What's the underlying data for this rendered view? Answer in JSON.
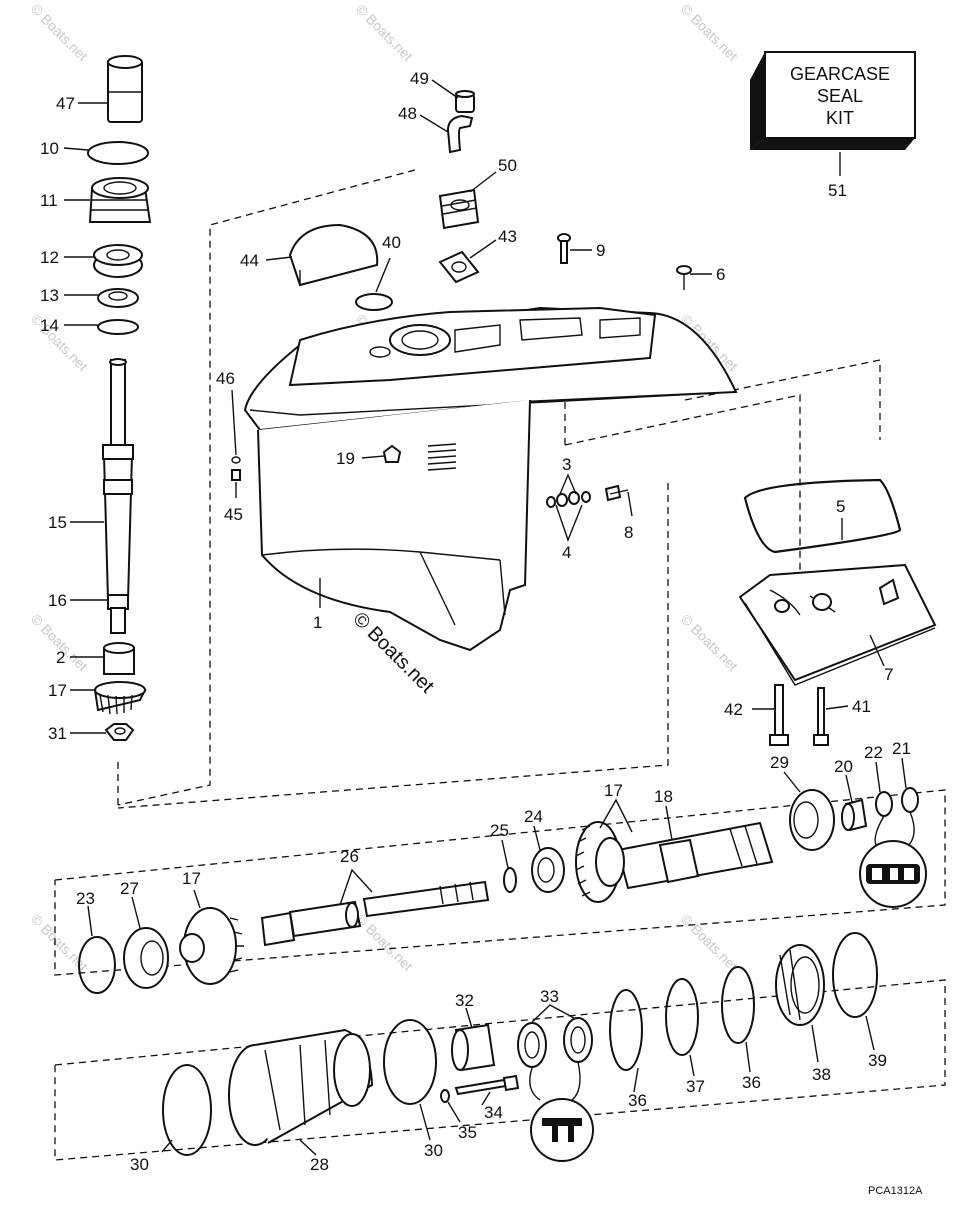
{
  "kit_box": {
    "line1": "GEARCASE",
    "line2": "SEAL",
    "line3": "KIT"
  },
  "diagram_code": "PCA1312A",
  "watermark_center": "© Boats.net",
  "watermark_small": "© Boats.net",
  "callouts": [
    {
      "id": "c47",
      "label": "47"
    },
    {
      "id": "c10",
      "label": "10"
    },
    {
      "id": "c11",
      "label": "11"
    },
    {
      "id": "c12",
      "label": "12"
    },
    {
      "id": "c13",
      "label": "13"
    },
    {
      "id": "c14",
      "label": "14"
    },
    {
      "id": "c15",
      "label": "15"
    },
    {
      "id": "c16",
      "label": "16"
    },
    {
      "id": "c2",
      "label": "2"
    },
    {
      "id": "c17a",
      "label": "17"
    },
    {
      "id": "c31",
      "label": "31"
    },
    {
      "id": "c49",
      "label": "49"
    },
    {
      "id": "c48",
      "label": "48"
    },
    {
      "id": "c50",
      "label": "50"
    },
    {
      "id": "c43",
      "label": "43"
    },
    {
      "id": "c9",
      "label": "9"
    },
    {
      "id": "c6",
      "label": "6"
    },
    {
      "id": "c44",
      "label": "44"
    },
    {
      "id": "c40",
      "label": "40"
    },
    {
      "id": "c46",
      "label": "46"
    },
    {
      "id": "c19",
      "label": "19"
    },
    {
      "id": "c45",
      "label": "45"
    },
    {
      "id": "c3",
      "label": "3"
    },
    {
      "id": "c4",
      "label": "4"
    },
    {
      "id": "c8",
      "label": "8"
    },
    {
      "id": "c1",
      "label": "1"
    },
    {
      "id": "c5",
      "label": "5"
    },
    {
      "id": "c7",
      "label": "7"
    },
    {
      "id": "c42",
      "label": "42"
    },
    {
      "id": "c41",
      "label": "41"
    },
    {
      "id": "c51",
      "label": "51"
    },
    {
      "id": "c29",
      "label": "29"
    },
    {
      "id": "c20",
      "label": "20"
    },
    {
      "id": "c22",
      "label": "22"
    },
    {
      "id": "c21",
      "label": "21"
    },
    {
      "id": "c17b",
      "label": "17"
    },
    {
      "id": "c18",
      "label": "18"
    },
    {
      "id": "c25",
      "label": "25"
    },
    {
      "id": "c24",
      "label": "24"
    },
    {
      "id": "c26",
      "label": "26"
    },
    {
      "id": "c23",
      "label": "23"
    },
    {
      "id": "c27",
      "label": "27"
    },
    {
      "id": "c17c",
      "label": "17"
    },
    {
      "id": "c32",
      "label": "32"
    },
    {
      "id": "c33",
      "label": "33"
    },
    {
      "id": "c34",
      "label": "34"
    },
    {
      "id": "c35",
      "label": "35"
    },
    {
      "id": "c36a",
      "label": "36"
    },
    {
      "id": "c37",
      "label": "37"
    },
    {
      "id": "c36b",
      "label": "36"
    },
    {
      "id": "c38",
      "label": "38"
    },
    {
      "id": "c39",
      "label": "39"
    },
    {
      "id": "c30a",
      "label": "30"
    },
    {
      "id": "c28",
      "label": "28"
    },
    {
      "id": "c30b",
      "label": "30"
    }
  ]
}
